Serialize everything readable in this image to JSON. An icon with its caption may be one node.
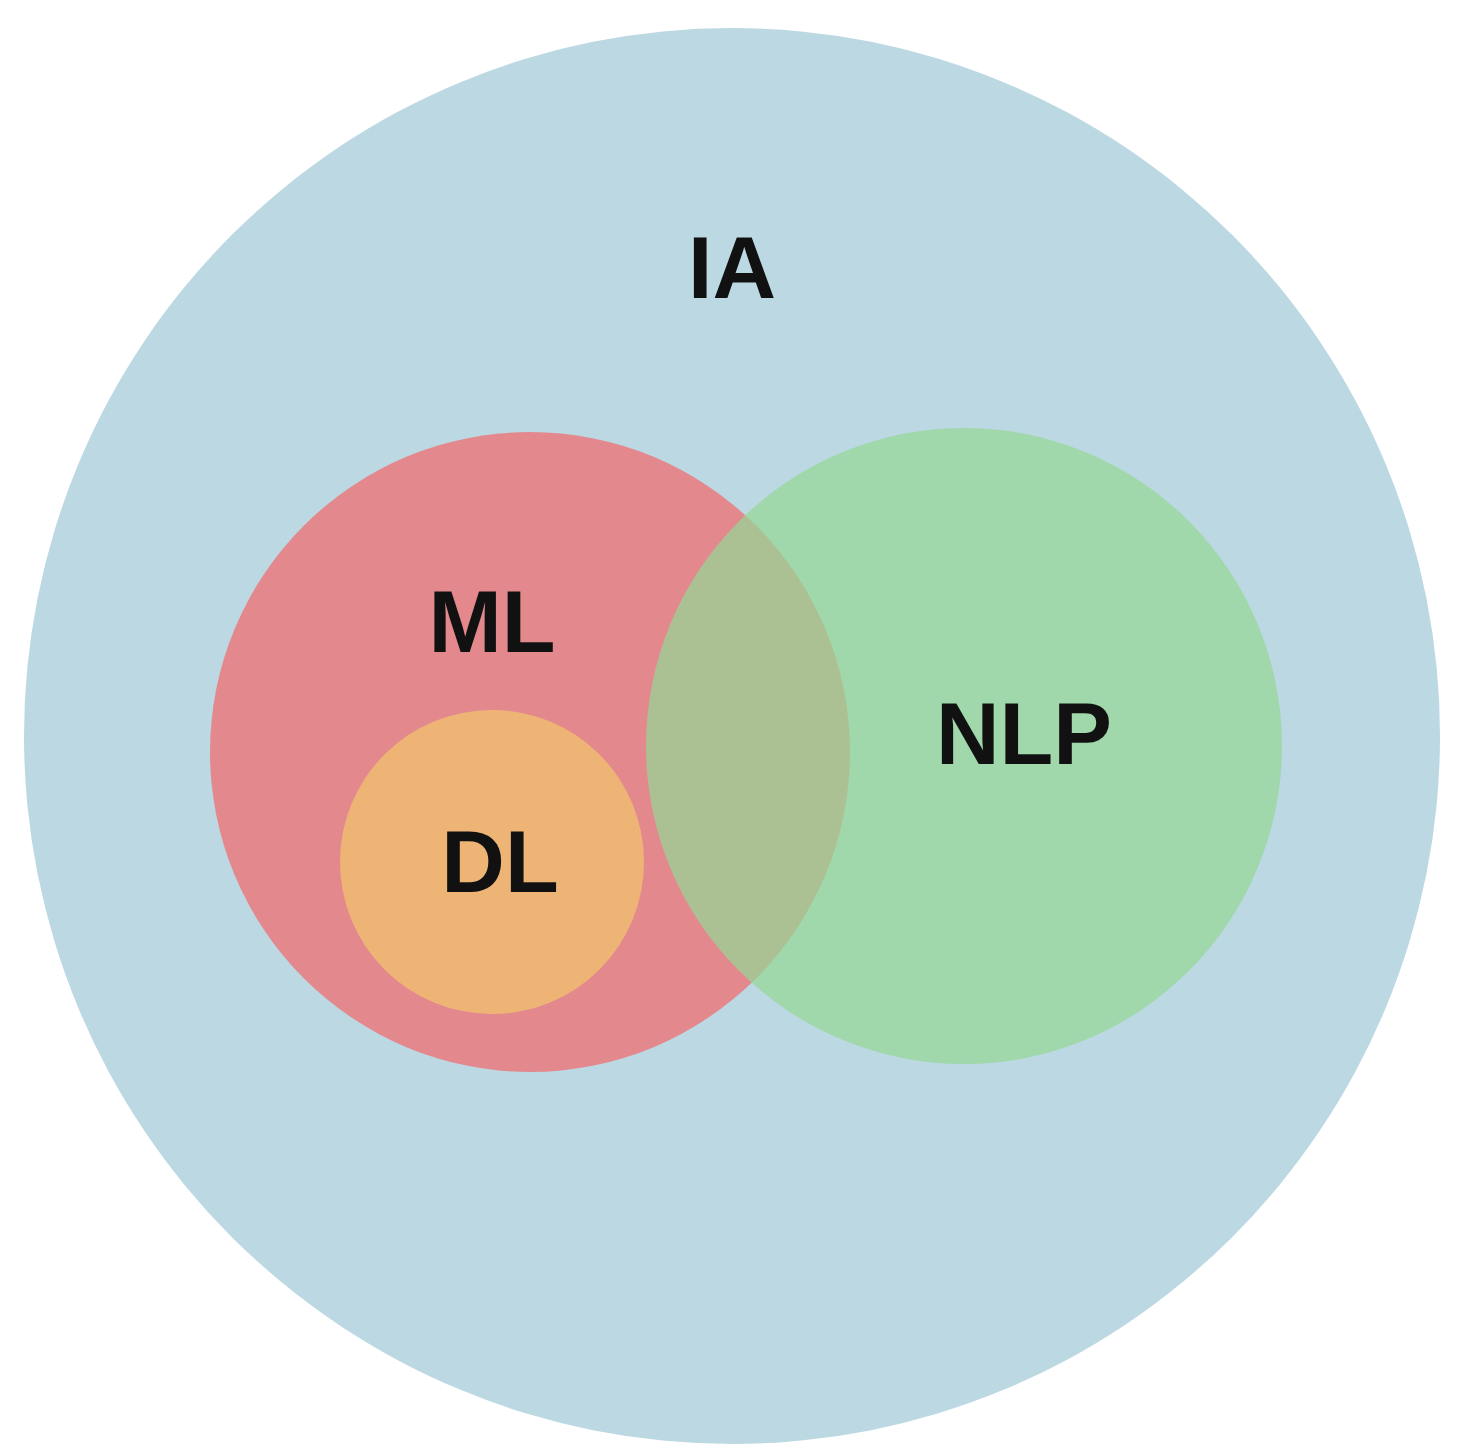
{
  "diagram": {
    "nodes": [
      {
        "text": [
          "IA"
        ]
      },
      {
        "text": [
          "ML"
        ],
        "in": 0
      },
      {
        "text": [
          "DL"
        ],
        "in": 1
      },
      {
        "text": [
          "NLP"
        ],
        "in": 0
      }
    ]
  }
}
